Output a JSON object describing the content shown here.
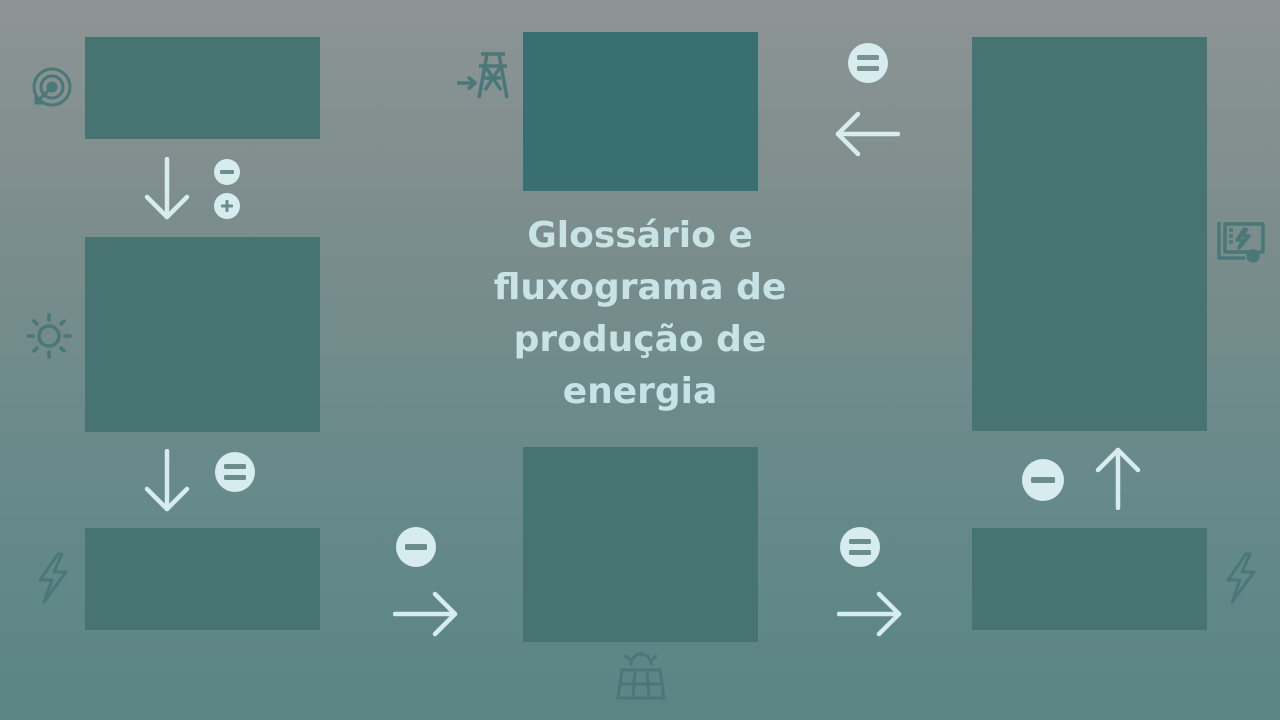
{
  "title": "Glossário e fluxograma de produção de energia",
  "colors": {
    "box": "#477373",
    "box_top_center": "#3a6f71",
    "arrow": "#d6ecee",
    "icon": "#4a7878",
    "title": "#c8e3e6"
  },
  "nodes": [
    {
      "id": "left-top",
      "icon": "target-icon"
    },
    {
      "id": "left-middle",
      "icon": "sun-icon"
    },
    {
      "id": "left-bottom",
      "icon": "lightning-icon"
    },
    {
      "id": "center-top",
      "icon": "power-tower-icon"
    },
    {
      "id": "center-bottom",
      "icon": "solar-panel-icon"
    },
    {
      "id": "right-tall",
      "icon": "electric-panel-icon"
    },
    {
      "id": "right-bottom",
      "icon": "lightning-icon"
    }
  ],
  "connectors": [
    {
      "from": "left-top",
      "to": "left-middle",
      "direction": "down",
      "operators": [
        "minus",
        "plus"
      ]
    },
    {
      "from": "left-middle",
      "to": "left-bottom",
      "direction": "down",
      "operators": [
        "equals"
      ]
    },
    {
      "from": "left-bottom",
      "to": "center-bottom",
      "direction": "right",
      "operators": [
        "minus"
      ]
    },
    {
      "from": "center-bottom",
      "to": "right-bottom",
      "direction": "right",
      "operators": [
        "equals"
      ]
    },
    {
      "from": "right-bottom",
      "to": "right-tall",
      "direction": "up",
      "operators": [
        "minus"
      ]
    },
    {
      "from": "right-tall",
      "to": "center-top",
      "direction": "left",
      "operators": [
        "equals"
      ]
    }
  ]
}
